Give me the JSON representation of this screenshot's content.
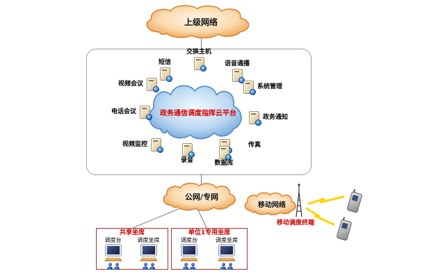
{
  "diagram": {
    "upper_network_cloud": "上级网络",
    "platform_cloud": "政务通信调度指挥云平台",
    "nodes": [
      "交换主机",
      "短信",
      "语音通播",
      "视频会议",
      "系统管理",
      "电话会议",
      "政务通知",
      "视频监控",
      "传真",
      "录音",
      "数据库"
    ],
    "public_network_cloud": "公网/专网",
    "mobile_network_cloud": "移动网络",
    "mobile_terminal_label": "移动调度终端",
    "seat_groups": [
      {
        "title": "共享坐席",
        "stations": [
          "调度台",
          "调度坐席"
        ]
      },
      {
        "title": "单位1专用坐席",
        "stations": [
          "调度台",
          "调度坐席"
        ]
      }
    ],
    "colors": {
      "cloud_orange": "#E8913C",
      "cloud_blue": "#5E9BD4",
      "platform_text_red": "#D40000",
      "seat_title_red": "#CC0000",
      "lightning_yellow": "#FFD400"
    }
  }
}
